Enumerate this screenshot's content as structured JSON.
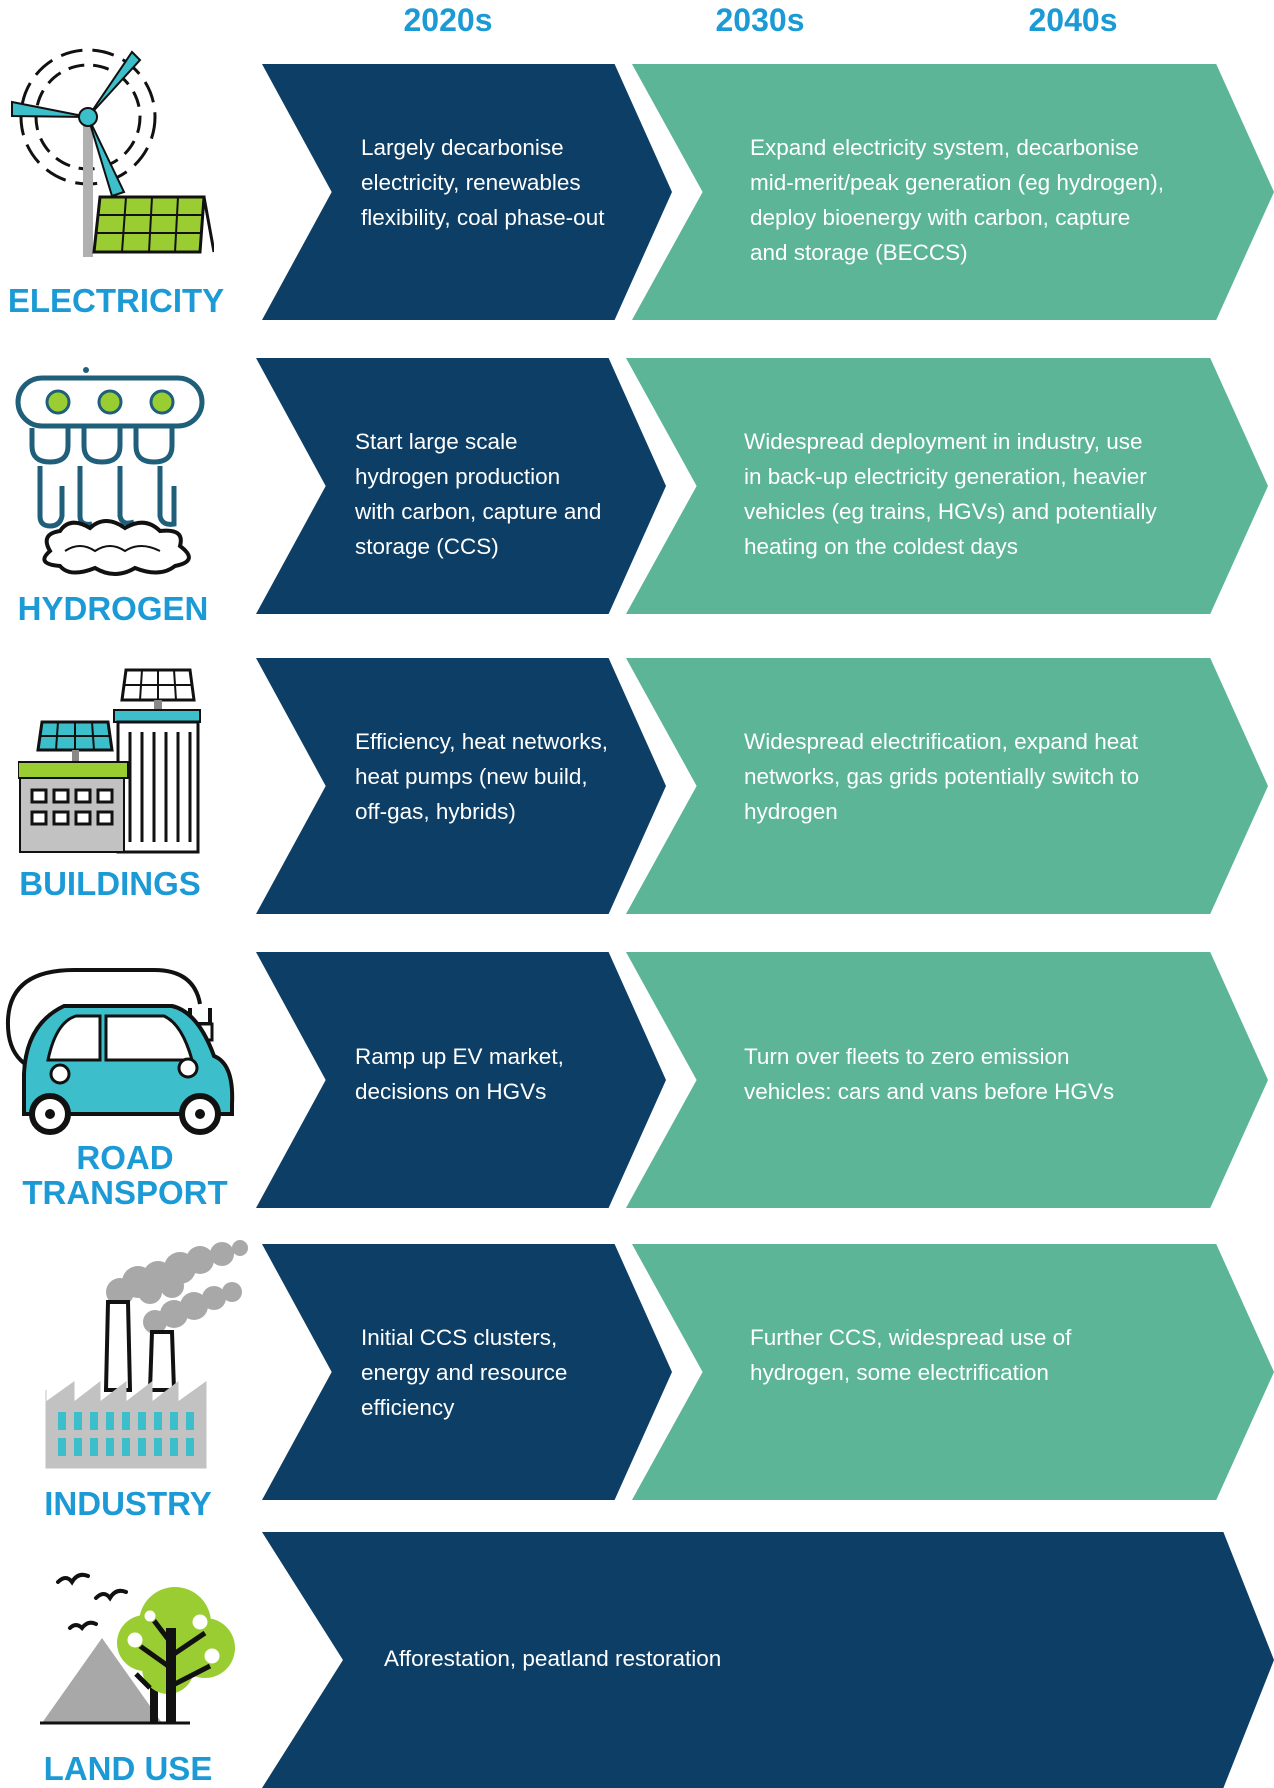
{
  "decades": [
    "2020s",
    "2030s",
    "2040s"
  ],
  "sectors": [
    {
      "label": "ELECTRICITY",
      "icon": "wind-turbine-solar-panel-icon",
      "phase_2020s": [
        "Largely decarbonise",
        "electricity, renewables",
        "flexibility, coal phase-out"
      ],
      "phase_2030s_2040s": [
        "Expand electricity system, decarbonise",
        "mid-merit/peak generation (eg hydrogen),",
        "deploy bioenergy with carbon, capture",
        "and storage (BECCS)"
      ]
    },
    {
      "label": "HYDROGEN",
      "icon": "hydrogen-plant-icon",
      "phase_2020s": [
        "Start large scale",
        "hydrogen production",
        "with carbon, capture and",
        "storage (CCS)"
      ],
      "phase_2030s_2040s": [
        "Widespread deployment in industry, use",
        "in back-up electricity generation, heavier",
        "vehicles (eg trains, HGVs) and potentially",
        "heating on the coldest days"
      ]
    },
    {
      "label": "BUILDINGS",
      "icon": "buildings-solar-icon",
      "phase_2020s": [
        "Efficiency, heat networks,",
        "heat pumps (new build,",
        "off-gas, hybrids)"
      ],
      "phase_2030s_2040s": [
        "Widespread electrification, expand heat",
        "networks, gas grids potentially switch to",
        "hydrogen"
      ]
    },
    {
      "label_lines": [
        "ROAD",
        "TRANSPORT"
      ],
      "icon": "electric-car-icon",
      "phase_2020s": [
        "Ramp up EV market,",
        "decisions on HGVs"
      ],
      "phase_2030s_2040s": [
        "Turn over fleets to zero emission",
        "vehicles: cars and vans before HGVs"
      ]
    },
    {
      "label": "INDUSTRY",
      "icon": "factory-icon",
      "phase_2020s": [
        "Initial CCS clusters,",
        "energy and resource",
        "efficiency"
      ],
      "phase_2030s_2040s": [
        "Further CCS, widespread use of",
        "hydrogen, some electrification"
      ]
    },
    {
      "label": "LAND USE",
      "icon": "tree-mountain-birds-icon",
      "phase_all": [
        "Afforestation, peatland restoration"
      ]
    }
  ],
  "colors": {
    "accent_blue": "#1b9ad6",
    "arrow_dark": "#0d3e66",
    "arrow_green": "#5bb596"
  }
}
